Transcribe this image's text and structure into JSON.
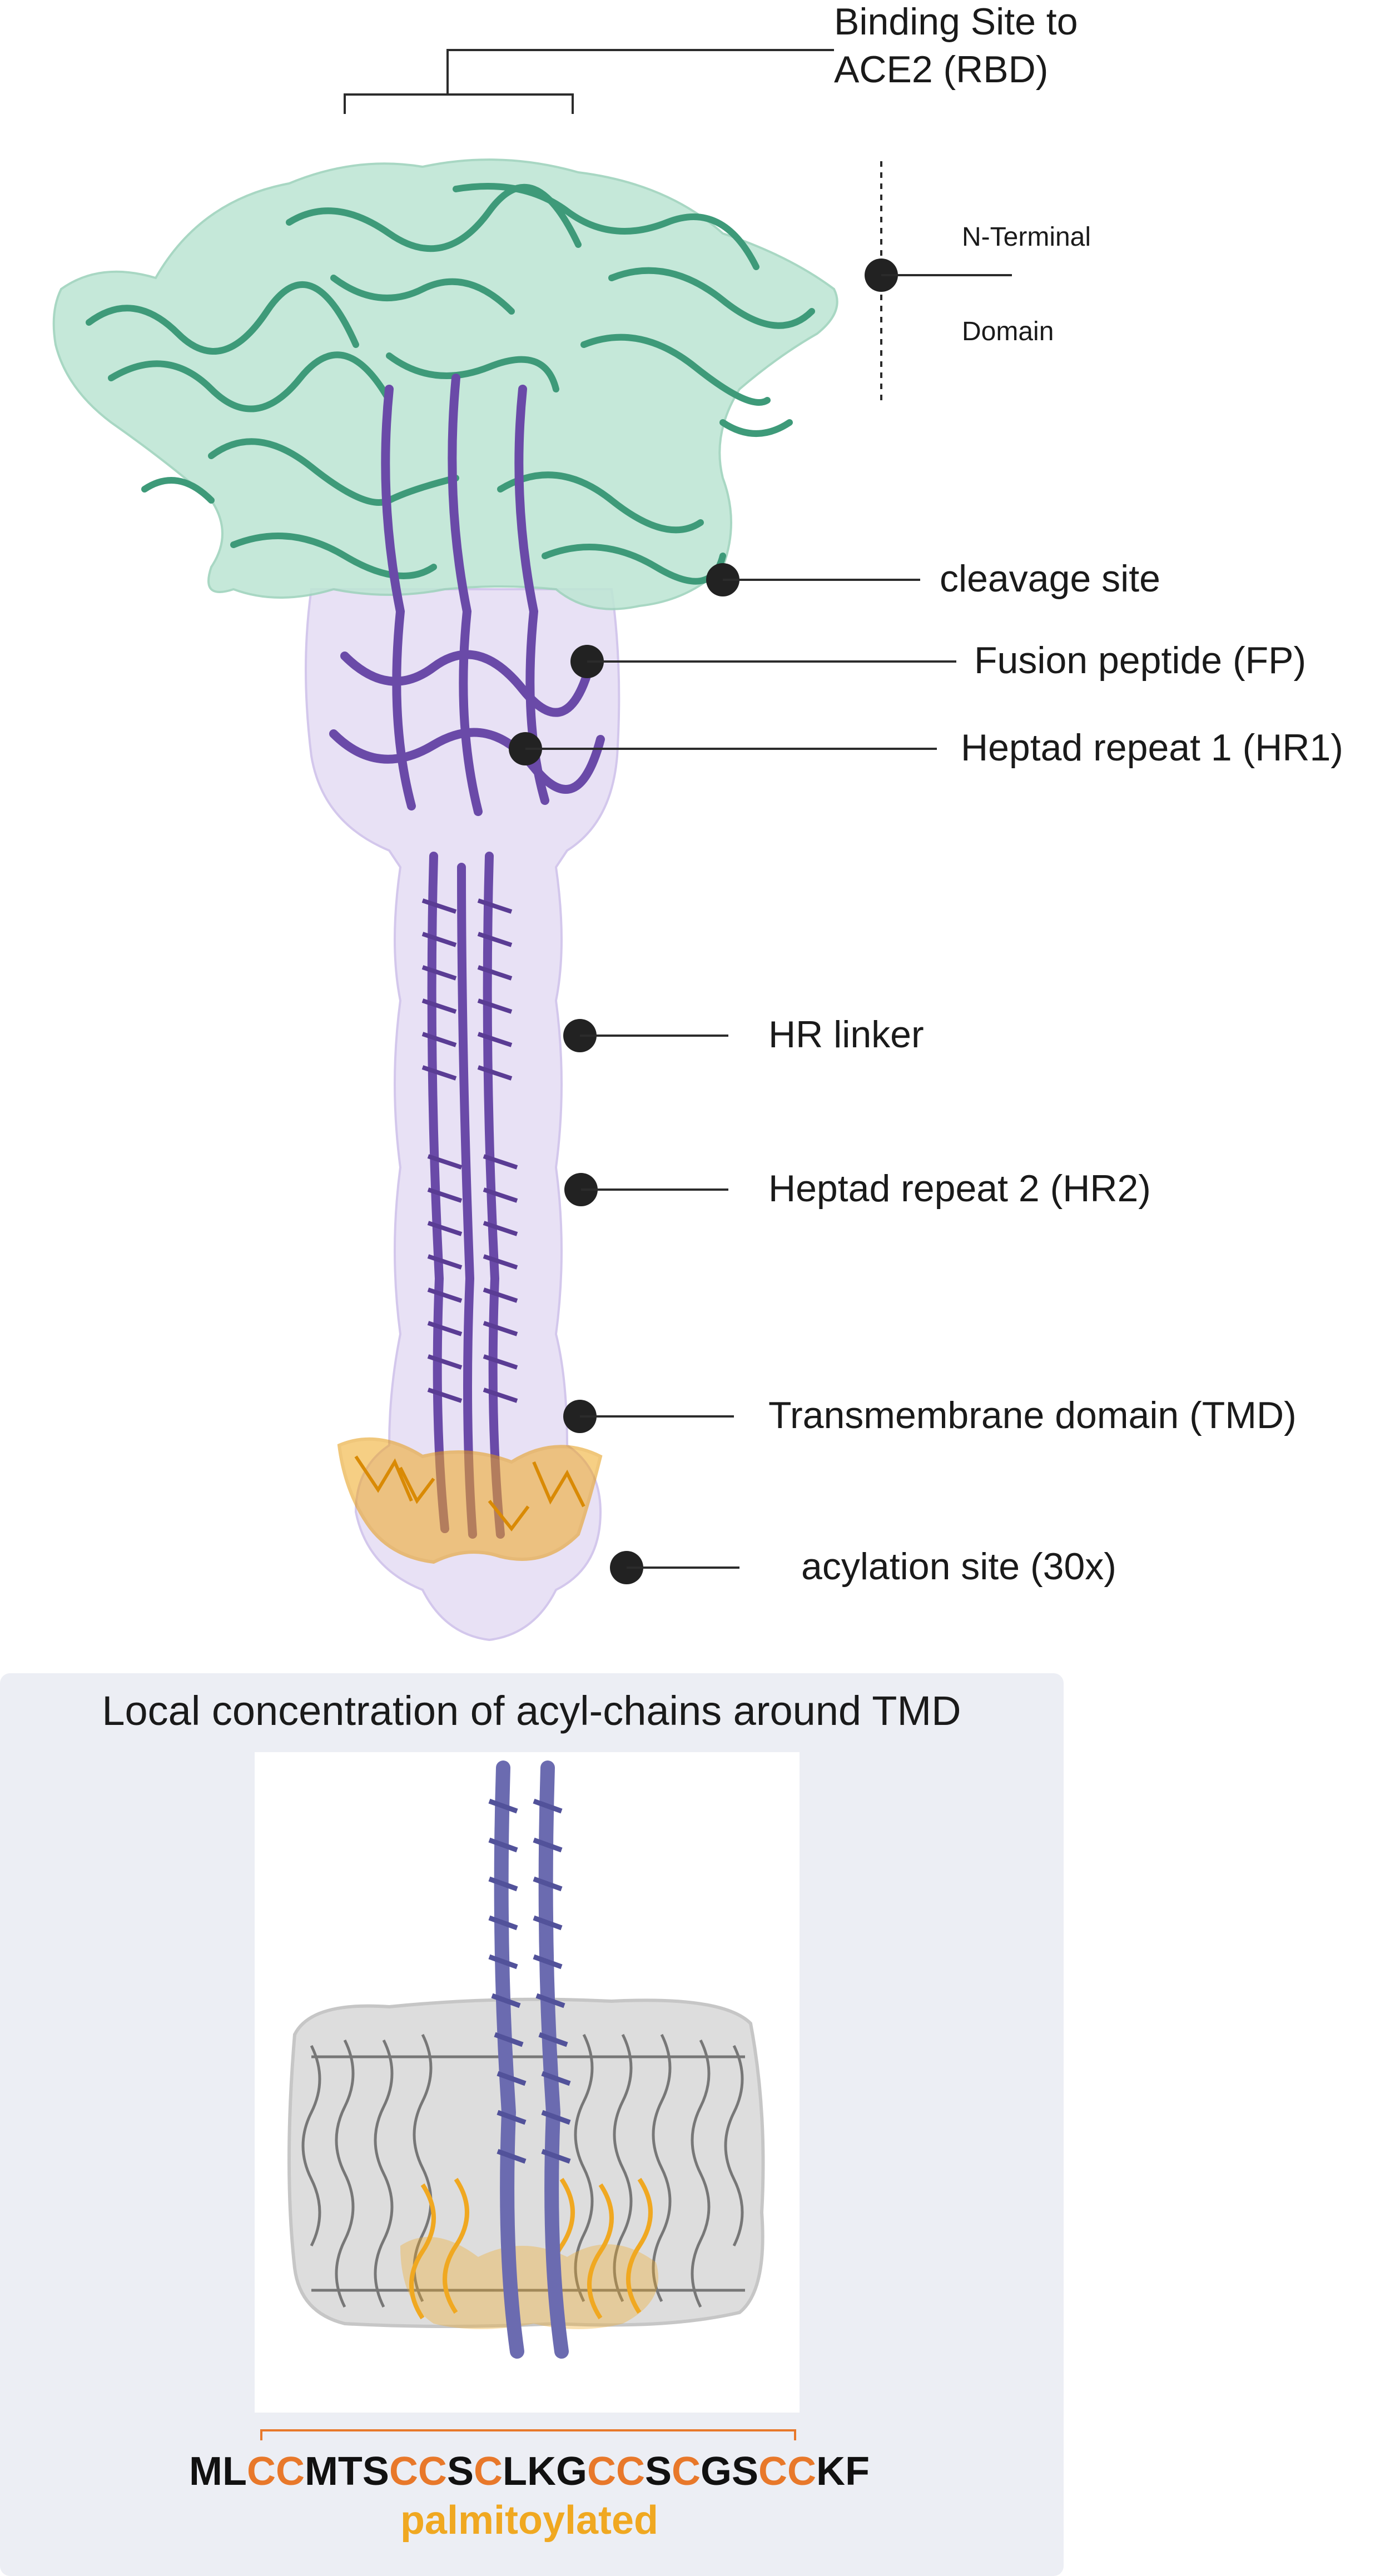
{
  "colors": {
    "n_terminal": "#3e9a79",
    "n_terminal_surface": "#bfe6d5",
    "stalk": "#6a4aa8",
    "stalk_surface": "#e6def4",
    "acyl": "#f0a821",
    "membrane": "#6d6d6d",
    "inset_background": "#eceef4",
    "inset_helix": "#6b6bb0",
    "palmitoyl": "#e8782a",
    "leader": "#2b2b2b"
  },
  "labels": {
    "rbd_line1": "Binding Site to",
    "rbd_line2": "ACE2 (RBD)",
    "nterm_line1": "N-Terminal",
    "nterm_line2": "Domain",
    "cleavage": "cleavage site",
    "fusion_peptide": "Fusion peptide (FP)",
    "hr1": "Heptad repeat 1 (HR1)",
    "hr_linker": "HR linker",
    "hr2": "Heptad repeat 2 (HR2)",
    "tmd": "Transmembrane domain (TMD)",
    "acylation": "acylation site (30x)"
  },
  "inset": {
    "title": "Local concentration of acyl-chains around TMD",
    "sequence": [
      {
        "text": "ML",
        "palmitoylated": false
      },
      {
        "text": "CC",
        "palmitoylated": true
      },
      {
        "text": "MTS",
        "palmitoylated": false
      },
      {
        "text": "CC",
        "palmitoylated": true
      },
      {
        "text": "S",
        "palmitoylated": false
      },
      {
        "text": "C",
        "palmitoylated": true
      },
      {
        "text": "LKG",
        "palmitoylated": false
      },
      {
        "text": "CC",
        "palmitoylated": true
      },
      {
        "text": "S",
        "palmitoylated": false
      },
      {
        "text": "C",
        "palmitoylated": true
      },
      {
        "text": "GS",
        "palmitoylated": false
      },
      {
        "text": "CC",
        "palmitoylated": true
      },
      {
        "text": "KF",
        "palmitoylated": false
      }
    ],
    "palmitoylated_label": "palmitoylated"
  }
}
